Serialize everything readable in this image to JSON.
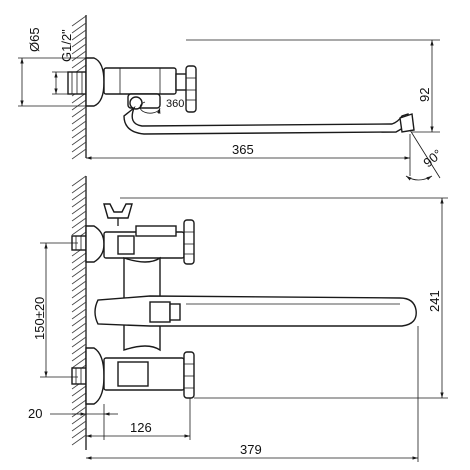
{
  "top_view": {
    "dim_diameter": "Ø65",
    "dim_thread": "G1/2\"",
    "dim_rotation": "360",
    "dim_height": "92",
    "dim_spout_length": "365",
    "dim_angle": "90°"
  },
  "front_view": {
    "dim_spacing": "150±20",
    "dim_height": "241",
    "dim_wall": "20",
    "dim_mid": "126",
    "dim_total": "379"
  }
}
